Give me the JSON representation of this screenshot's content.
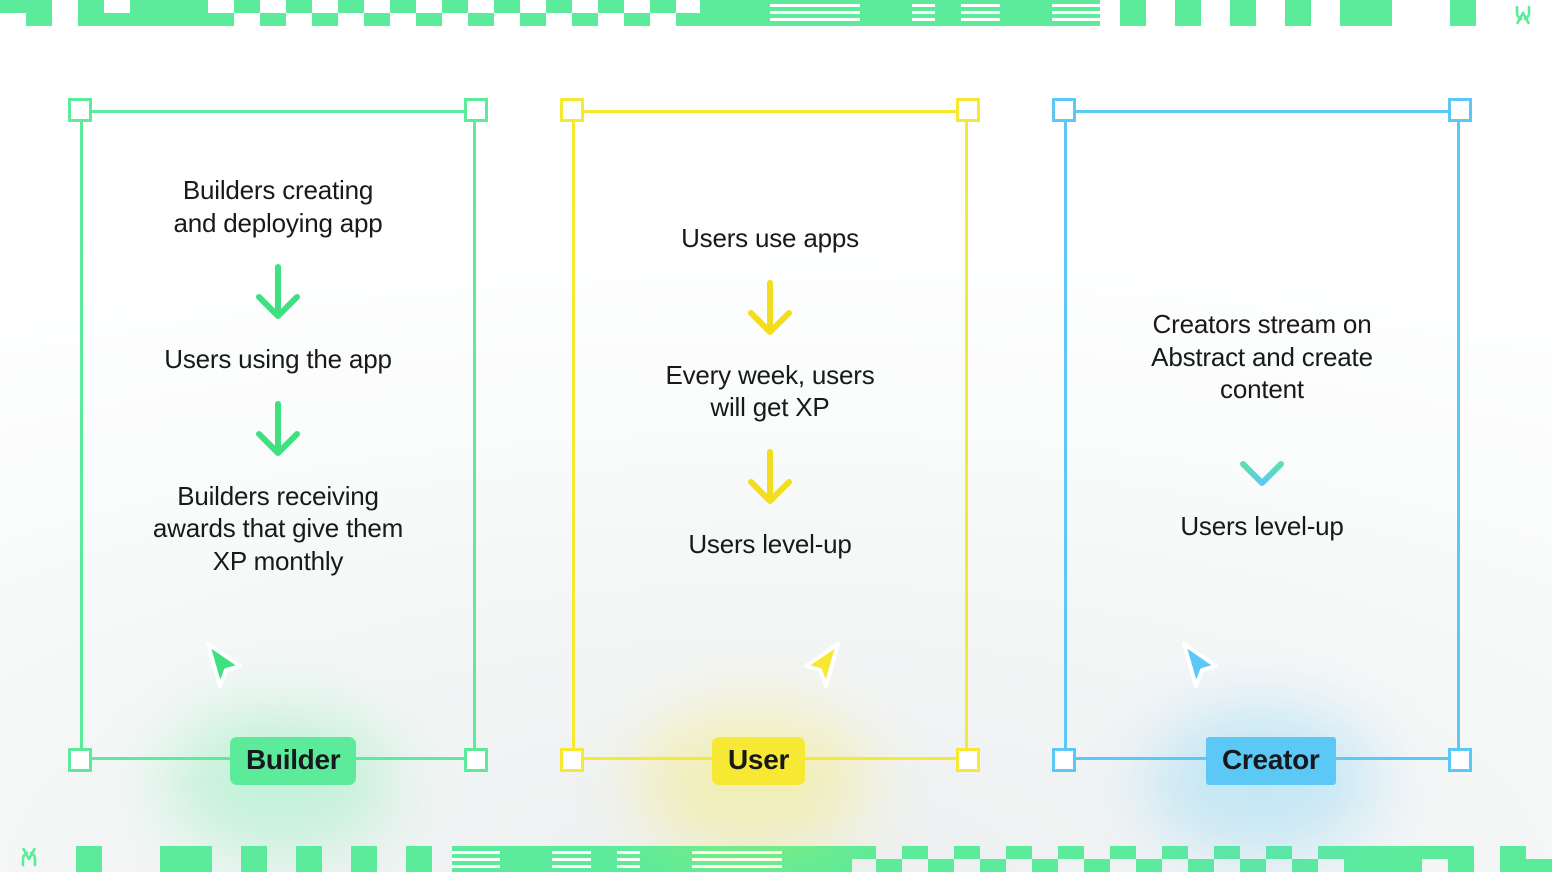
{
  "theme": {
    "background": "#f5f7f7",
    "text_color": "#17191c",
    "green": "#5ceb9b",
    "yellow": "#f7e833",
    "blue": "#5cc8f5",
    "handle_fill": "#ffffff"
  },
  "decor": {
    "top_bar_color": "#5ceb9b",
    "bottom_bar_color": "#5ceb9b",
    "logo_name": "abstract-logo"
  },
  "columns": [
    {
      "id": "builder",
      "accent": "#5ceb9b",
      "badge_label": "Builder",
      "cursor_direction": "up-left",
      "steps": [
        "Builders creating\nand deploying app",
        "Users using the app",
        "Builders receiving\nawards that give them\nXP monthly"
      ],
      "arrow_colors": [
        "#3ee07f",
        "#3ee07f"
      ]
    },
    {
      "id": "user",
      "accent": "#f7e833",
      "badge_label": "User",
      "cursor_direction": "up-right",
      "steps": [
        "Users use apps",
        "Every week, users\nwill get XP",
        "Users level-up"
      ],
      "arrow_colors": [
        "#f2de1e",
        "#f2de1e"
      ]
    },
    {
      "id": "creator",
      "accent": "#5cc8f5",
      "badge_label": "Creator",
      "cursor_direction": "up-left",
      "steps": [
        "Creators stream on\nAbstract and create\ncontent",
        "Users level-up"
      ],
      "arrow_colors": [
        "#5ce0a6"
      ]
    }
  ]
}
